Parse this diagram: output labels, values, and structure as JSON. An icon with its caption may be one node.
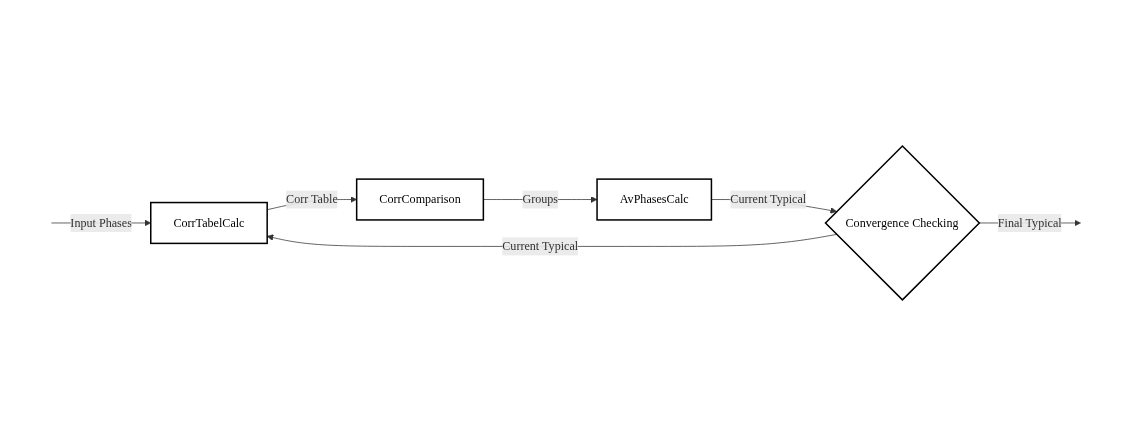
{
  "diagram": {
    "nodes": [
      {
        "text": [
          "CorrTabelCalc"
        ]
      },
      {
        "text": [
          "CorrComparison"
        ]
      },
      {
        "text": [
          "AvPhasesCalc"
        ]
      },
      {
        "text": [
          "Convergence Checking"
        ]
      }
    ],
    "edges": [
      {
        "from": null,
        "to": 0,
        "arrow": "to",
        "label": "Input Phases"
      },
      {
        "from": 0,
        "to": 1,
        "arrow": "to",
        "label": "Corr Table"
      },
      {
        "from": 1,
        "to": 2,
        "arrow": "to",
        "label": "Groups"
      },
      {
        "from": 2,
        "to": 3,
        "arrow": "to",
        "label": "Current Typical"
      },
      {
        "from": 3,
        "to": 0,
        "arrow": "to",
        "label": "Current Typical"
      },
      {
        "from": 3,
        "to": null,
        "arrow": "to",
        "label": "Final Typical"
      }
    ]
  }
}
